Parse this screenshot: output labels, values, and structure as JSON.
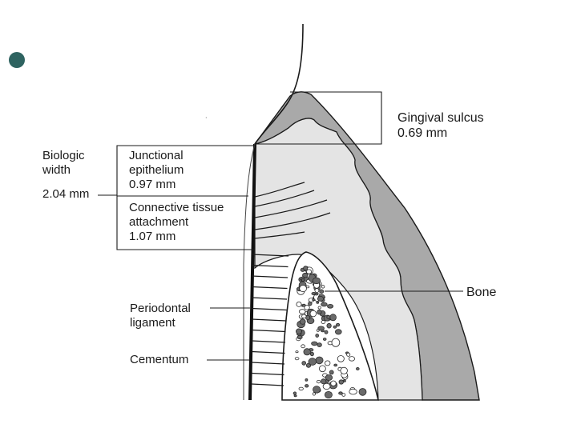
{
  "slide": {
    "bullet_color": "#2e6360"
  },
  "diagram": {
    "labels": {
      "biologic_width": [
        "Biologic",
        "width"
      ],
      "biologic_width_value": "2.04 mm",
      "junctional_epithelium": [
        "Junctional",
        "epithelium",
        "0.97 mm"
      ],
      "connective_tissue": [
        "Connective tissue",
        "attachment",
        "1.07 mm"
      ],
      "gingival_sulcus": [
        "Gingival sulcus",
        "0.69 mm"
      ],
      "bone": "Bone",
      "periodontal_ligament": [
        "Periodontal",
        "ligament"
      ],
      "cementum": "Cementum"
    },
    "colors": {
      "gingiva": "#a9a9a9",
      "connective_tissue": "#e4e4e4",
      "bone_particles": "#6a6a6a",
      "lines": "#1a1a1a"
    }
  }
}
